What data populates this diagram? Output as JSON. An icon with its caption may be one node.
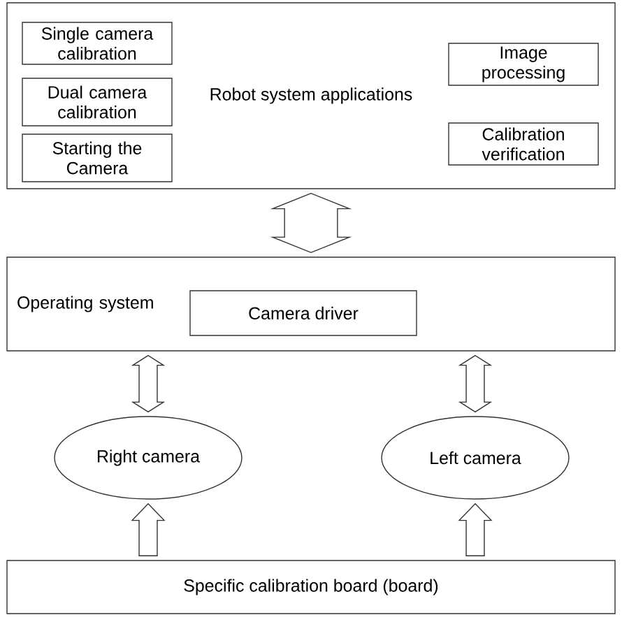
{
  "diagram": {
    "nodes": [
      {
        "text": [
          "Robot system applications"
        ]
      },
      {
        "text": [
          "Single camera calibration"
        ],
        "in": 0
      },
      {
        "text": [
          "Dual camera calibration"
        ],
        "in": 0
      },
      {
        "text": [
          "Starting the Camera"
        ],
        "in": 0
      },
      {
        "text": [
          "Image processing"
        ],
        "in": 0
      },
      {
        "text": [
          "Calibration verification"
        ],
        "in": 0
      },
      {
        "text": [
          "Operating system"
        ]
      },
      {
        "text": [
          "Camera driver"
        ],
        "in": 6
      },
      {
        "text": [
          "Right camera"
        ]
      },
      {
        "text": [
          "Left camera"
        ]
      },
      {
        "text": [
          "Specific calibration board (board)"
        ]
      }
    ],
    "edges": [
      {
        "from": 0,
        "to": 6,
        "arrow": "both"
      },
      {
        "from": 6,
        "to": 8,
        "arrow": "both"
      },
      {
        "from": 6,
        "to": 9,
        "arrow": "both"
      },
      {
        "from": 10,
        "to": 8,
        "arrow": "to"
      },
      {
        "from": 10,
        "to": 9,
        "arrow": "to"
      }
    ]
  }
}
